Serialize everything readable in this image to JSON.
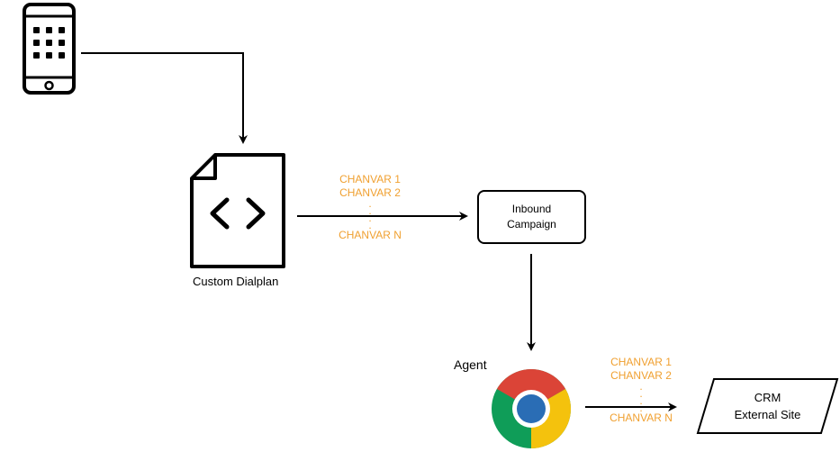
{
  "nodes": {
    "dialplan_label": "Custom Dialplan",
    "inbound_line1": "Inbound",
    "inbound_line2": "Campaign",
    "agent_label": "Agent",
    "crm_line1": "CRM",
    "crm_line2": "External Site"
  },
  "chanvars_1": {
    "first": "CHANVAR 1",
    "second": "CHANVAR 2",
    "dot": ".",
    "last": "CHANVAR N"
  },
  "chanvars_2": {
    "first": "CHANVAR 1",
    "second": "CHANVAR 2",
    "dot": ".",
    "last": "CHANVAR N"
  },
  "colors": {
    "chanvar": "#f0a030",
    "line": "#000000",
    "chrome_red": "#db4437",
    "chrome_yellow": "#f4c20d",
    "chrome_green": "#0f9d58",
    "chrome_blue": "#4285f4"
  },
  "icons": {
    "phone": "smartphone-icon",
    "dialplan": "code-file-icon",
    "agent": "chrome-browser-icon"
  }
}
